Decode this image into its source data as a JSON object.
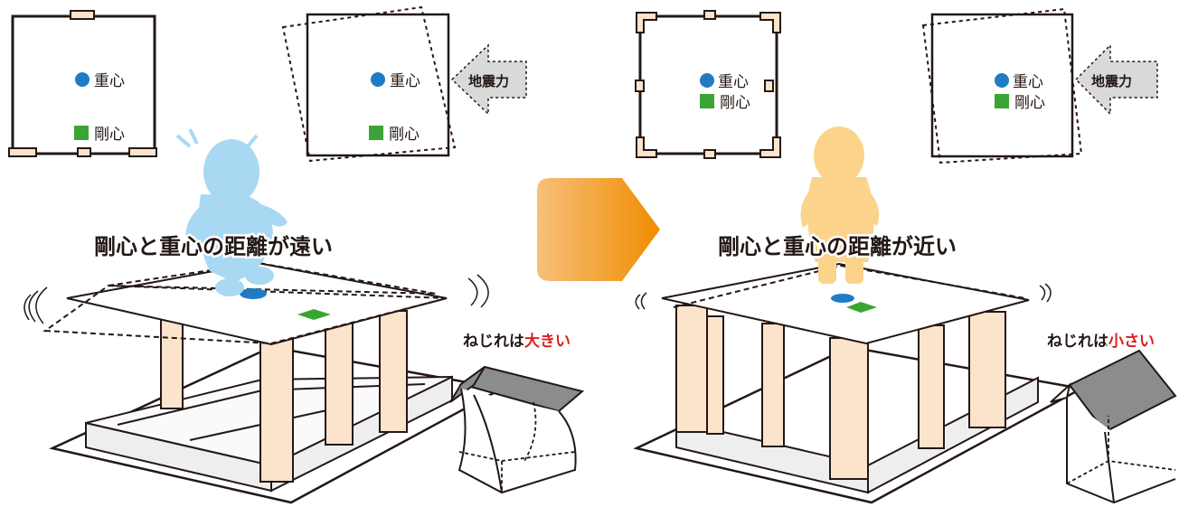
{
  "labels": {
    "center_of_gravity": "重心",
    "center_of_rigidity": "剛心",
    "seismic_force": "地震力"
  },
  "left": {
    "caption": "剛心と重心の距離が遠い",
    "twist_prefix": "ねじれは",
    "twist_emphasis": "大きい"
  },
  "right": {
    "caption": "剛心と重心の距離が近い",
    "twist_prefix": "ねじれは",
    "twist_emphasis": "小さい"
  },
  "colors": {
    "gravity_marker": "#1f7cc4",
    "rigidity_marker": "#3aa535",
    "wall": "#fbe3cc",
    "roof": "#8a8c8e",
    "person_blue": "#a9d8f2",
    "person_orange": "#fcd38a",
    "arrow_gradient_start": "#f7c07a",
    "arrow_gradient_end": "#f08c00",
    "emphasis": "#d6231d"
  },
  "icons": {
    "person": "person-silhouette",
    "transition": "right-arrow",
    "force_arrow": "left-arrow"
  }
}
